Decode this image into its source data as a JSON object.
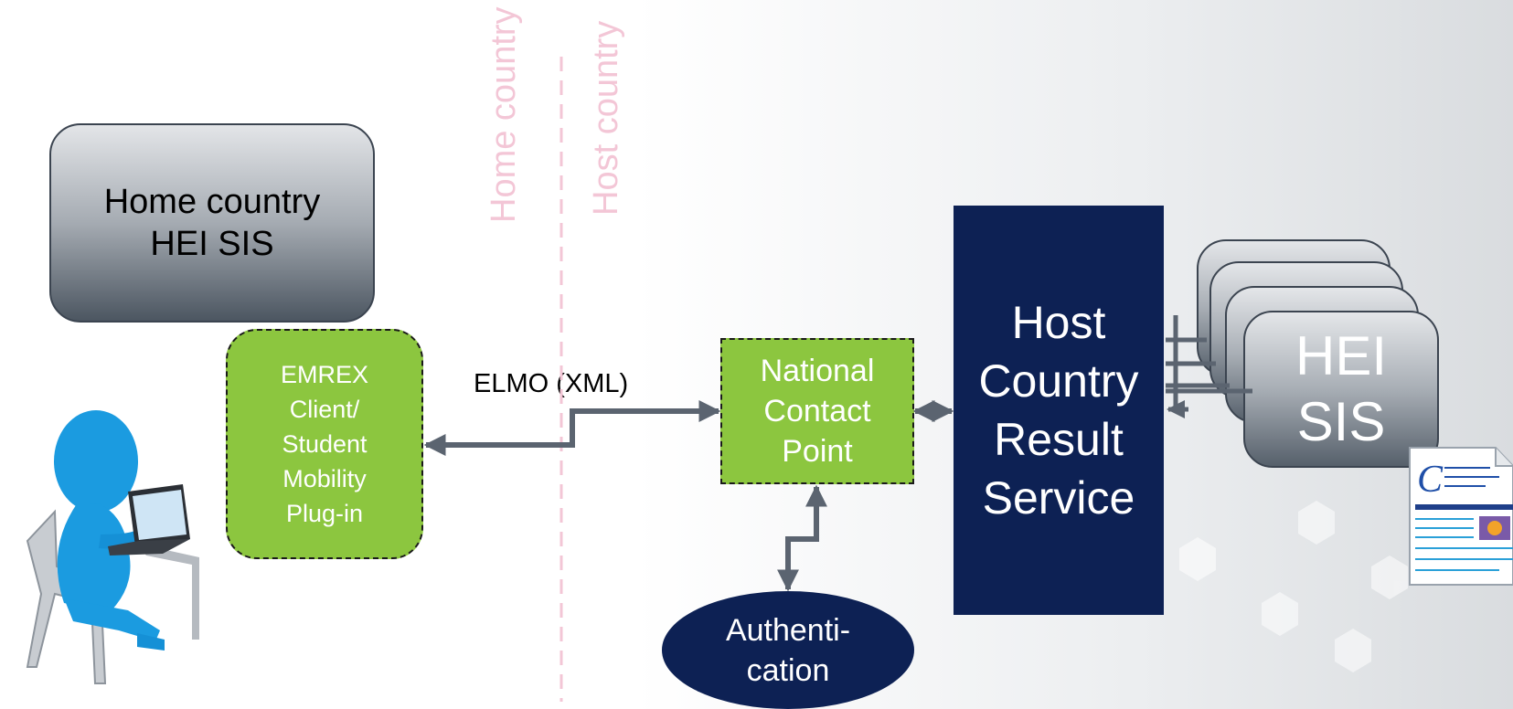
{
  "diagram": {
    "nodes": {
      "home_sis": "Home country\nHEI SIS",
      "emrex_client": "EMREX\nClient/\nStudent\nMobility\nPlug-in",
      "national_contact_point": "National\nContact\nPoint",
      "host_result_service": "Host\nCountry\nResult\nService",
      "authentication": "Authenti-\ncation",
      "hei_sis": "HEI\nSIS"
    },
    "edge_labels": {
      "elmo": "ELMO (XML)"
    },
    "boundary": {
      "home_label": "Home country",
      "host_label": "Host country"
    },
    "icons": [
      "student-at-laptop-icon",
      "transcript-document-icon"
    ],
    "colors": {
      "green": "#8cc63f",
      "navy": "#0d2154",
      "boundary_pink": "#f3c6d6",
      "arrow_gray": "#5b6470"
    }
  }
}
